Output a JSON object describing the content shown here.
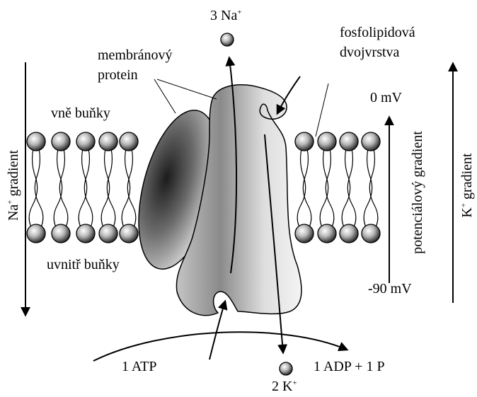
{
  "labels": {
    "na_out_count": "3 Na",
    "na_out_charge": "+",
    "membrane_protein_line1": "membránový",
    "membrane_protein_line2": "protein",
    "phospholipid_line1": "fosfolipidová",
    "phospholipid_line2": "dvojvrstva",
    "outside_cell": "vně buňky",
    "inside_cell": "uvnitř buňky",
    "zero_mv": "0 mV",
    "minus_90_mv": "-90 mV",
    "potential_gradient": "potenciálový gradient",
    "na_gradient_ion": "Na",
    "na_gradient_charge": "+",
    "na_gradient_word": " gradient",
    "k_gradient_ion": "K",
    "k_gradient_charge": "+",
    "k_gradient_word": " gradient",
    "atp": "1 ATP",
    "adp": "1 ADP + 1 P",
    "k_in_count": "2 K",
    "k_in_charge": "+"
  }
}
